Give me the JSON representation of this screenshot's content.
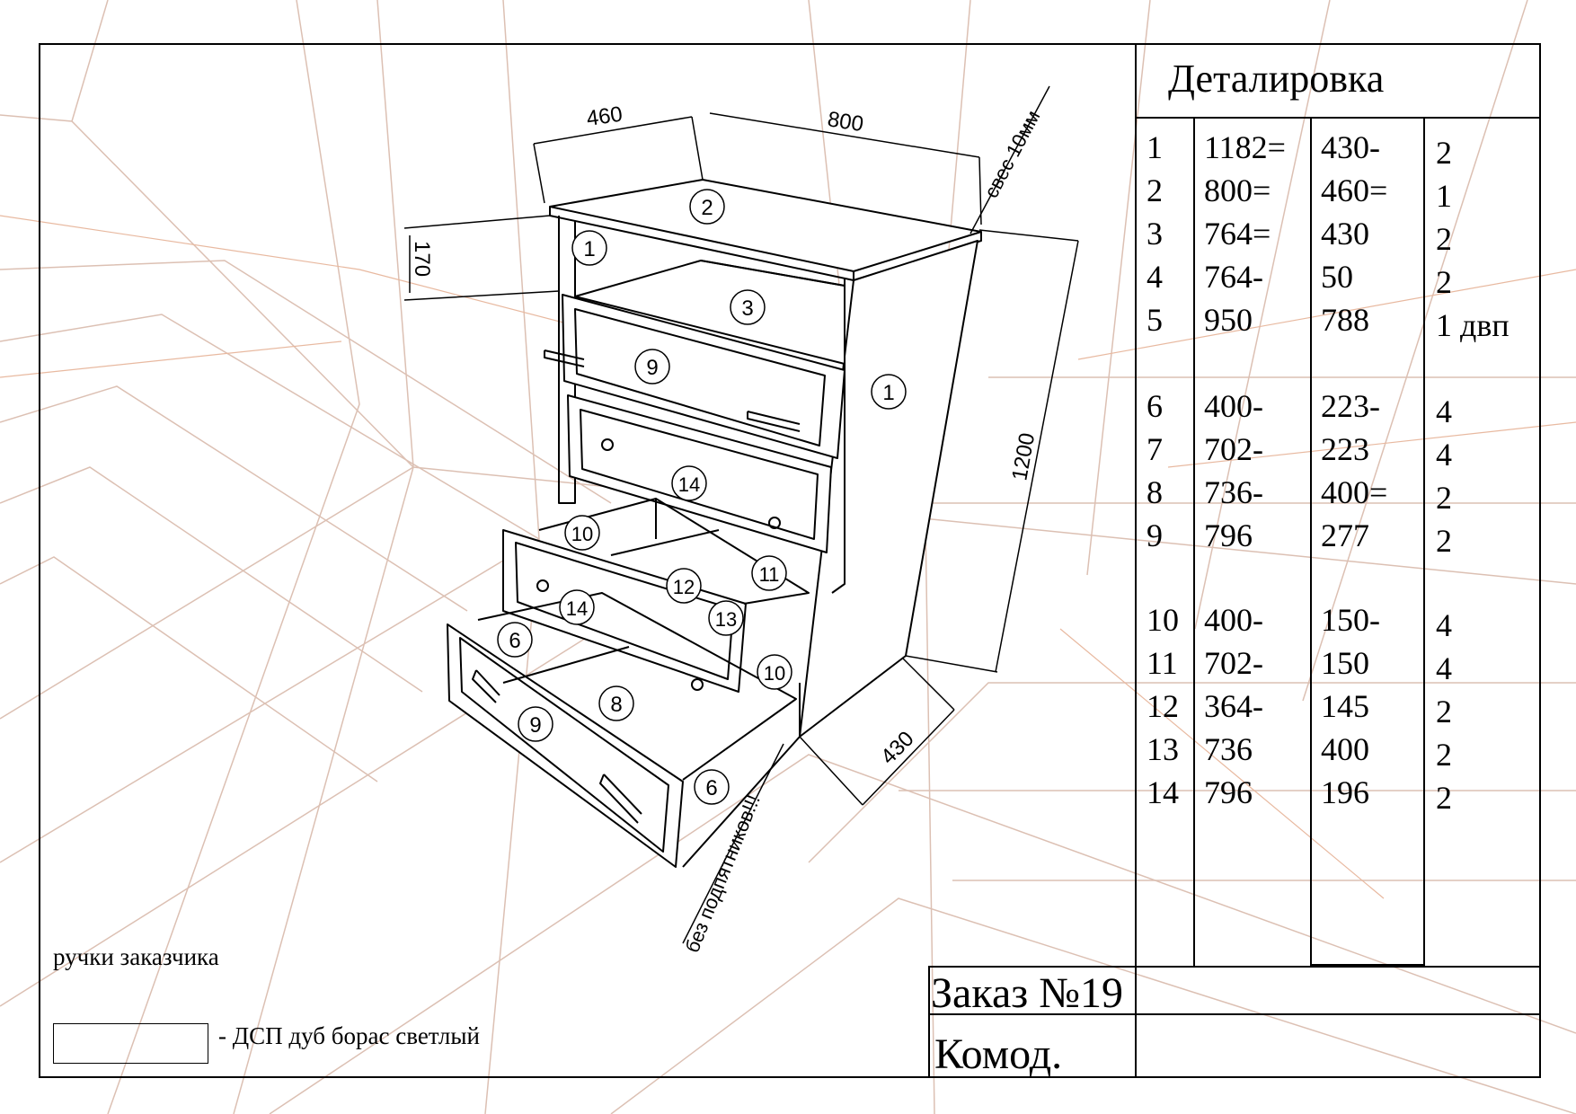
{
  "header": {
    "title": "Деталировка"
  },
  "table": {
    "rows": [
      {
        "n": "1",
        "a": "1182=",
        "b": "430-",
        "q": "2"
      },
      {
        "n": "2",
        "a": "800=",
        "b": "460=",
        "q": "1"
      },
      {
        "n": "3",
        "a": "764=",
        "b": "430",
        "q": "2"
      },
      {
        "n": "4",
        "a": "764-",
        "b": "50",
        "q": "2"
      },
      {
        "n": "5",
        "a": "950",
        "b": "788",
        "q": "1 двп"
      },
      {
        "n": "6",
        "a": "400-",
        "b": "223-",
        "q": "4"
      },
      {
        "n": "7",
        "a": "702-",
        "b": "223",
        "q": "4"
      },
      {
        "n": "8",
        "a": "736-",
        "b": "400=",
        "q": "2"
      },
      {
        "n": "9",
        "a": "796",
        "b": "277",
        "q": "2"
      },
      {
        "n": "10",
        "a": "400-",
        "b": "150-",
        "q": "4"
      },
      {
        "n": "11",
        "a": "702-",
        "b": "150",
        "q": "4"
      },
      {
        "n": "12",
        "a": "364-",
        "b": "145",
        "q": "2"
      },
      {
        "n": "13",
        "a": "736",
        "b": "400",
        "q": "2"
      },
      {
        "n": "14",
        "a": "796",
        "b": "196",
        "q": "2"
      }
    ]
  },
  "order": {
    "number": "Заказ №19",
    "item": "Комод."
  },
  "notes": {
    "handles": "ручки заказчика",
    "legend": "- ДСП дуб борас светлый"
  },
  "dimensions": {
    "depth_top": "460",
    "width_top": "800",
    "overhang": "свес 10мм",
    "top_height": "170",
    "height": "1200",
    "depth_bottom": "430",
    "no_feet": "без подпятников!!!"
  },
  "part_labels": {
    "p1a": "1",
    "p1b": "1",
    "p2": "2",
    "p3": "3",
    "p9a": "9",
    "p9b": "9",
    "p14a": "14",
    "p14b": "14",
    "p10a": "10",
    "p10b": "10",
    "p11": "11",
    "p12": "12",
    "p13": "13",
    "p6a": "6",
    "p6b": "6",
    "p8": "8"
  },
  "colors": {
    "line": "#000000",
    "grid": "#d9b8a8"
  }
}
